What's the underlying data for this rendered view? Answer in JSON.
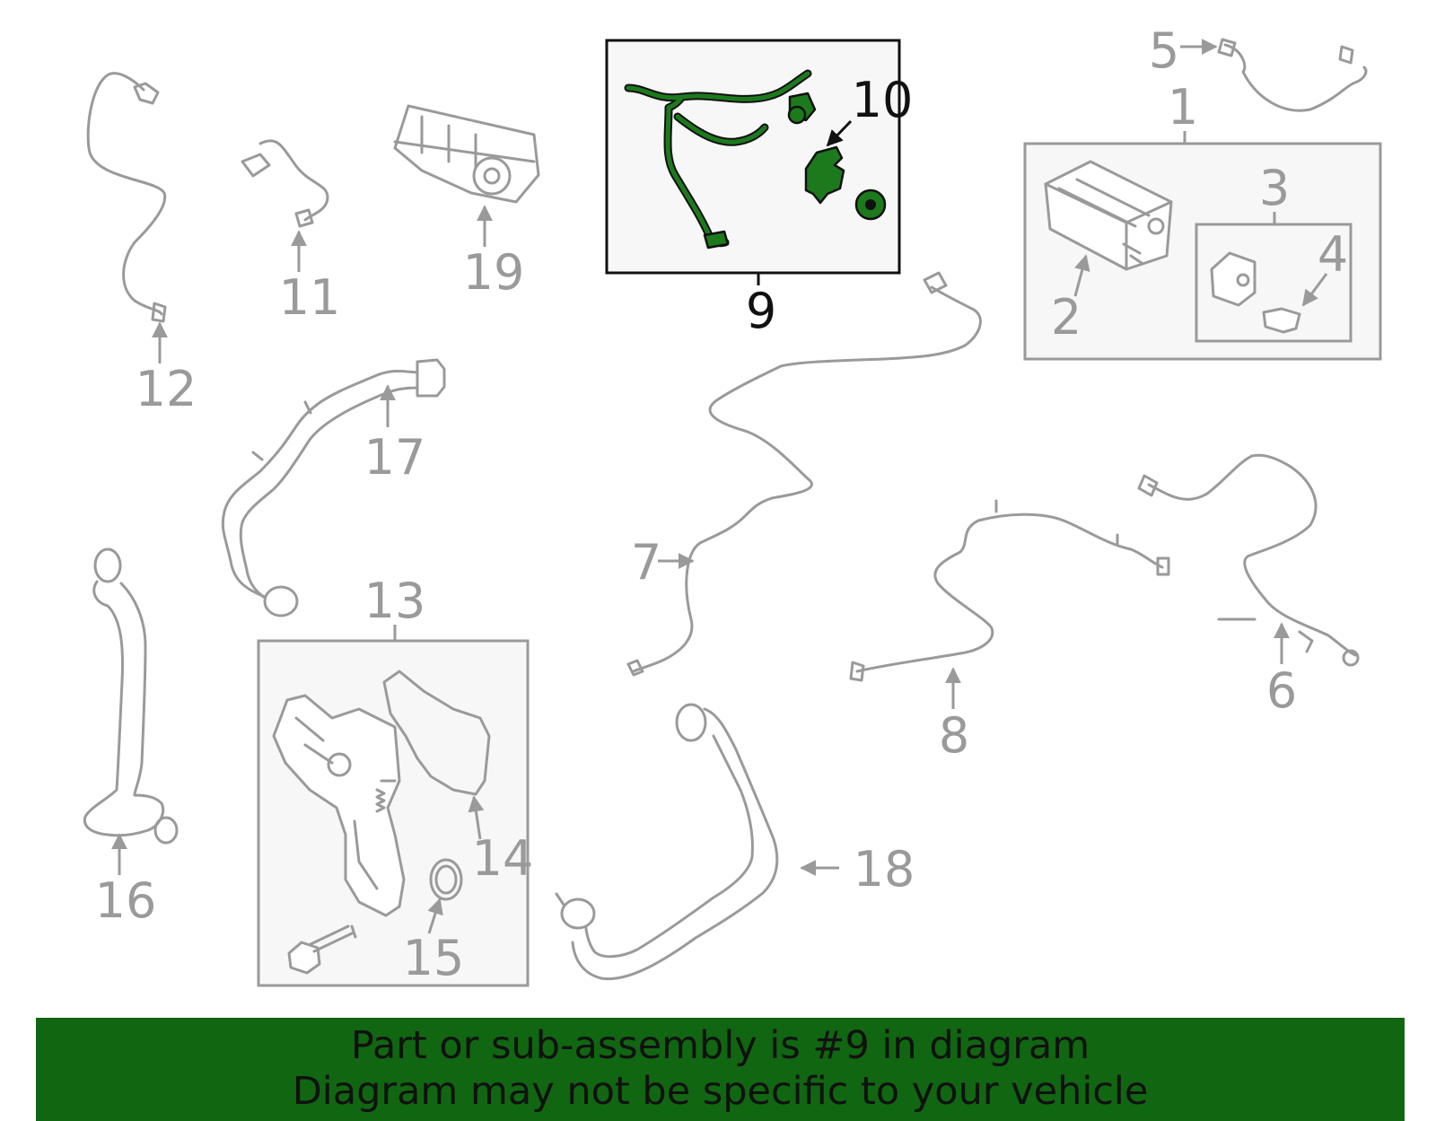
{
  "diagram": {
    "highlighted_part": "9",
    "colors": {
      "highlight": "#1c7a1c",
      "part_stroke": "#9a9a9a",
      "banner": "#116611"
    },
    "callouts": {
      "c1": "1",
      "c2": "2",
      "c3": "3",
      "c4": "4",
      "c5": "5",
      "c6": "6",
      "c7": "7",
      "c8": "8",
      "c9": "9",
      "c10": "10",
      "c11": "11",
      "c12": "12",
      "c13": "13",
      "c14": "14",
      "c15": "15",
      "c16": "16",
      "c17": "17",
      "c18": "18",
      "c19": "19"
    }
  },
  "notice": {
    "line1": "Part or sub-assembly is #9 in diagram",
    "line2": "Diagram may not be specific to your vehicle"
  }
}
